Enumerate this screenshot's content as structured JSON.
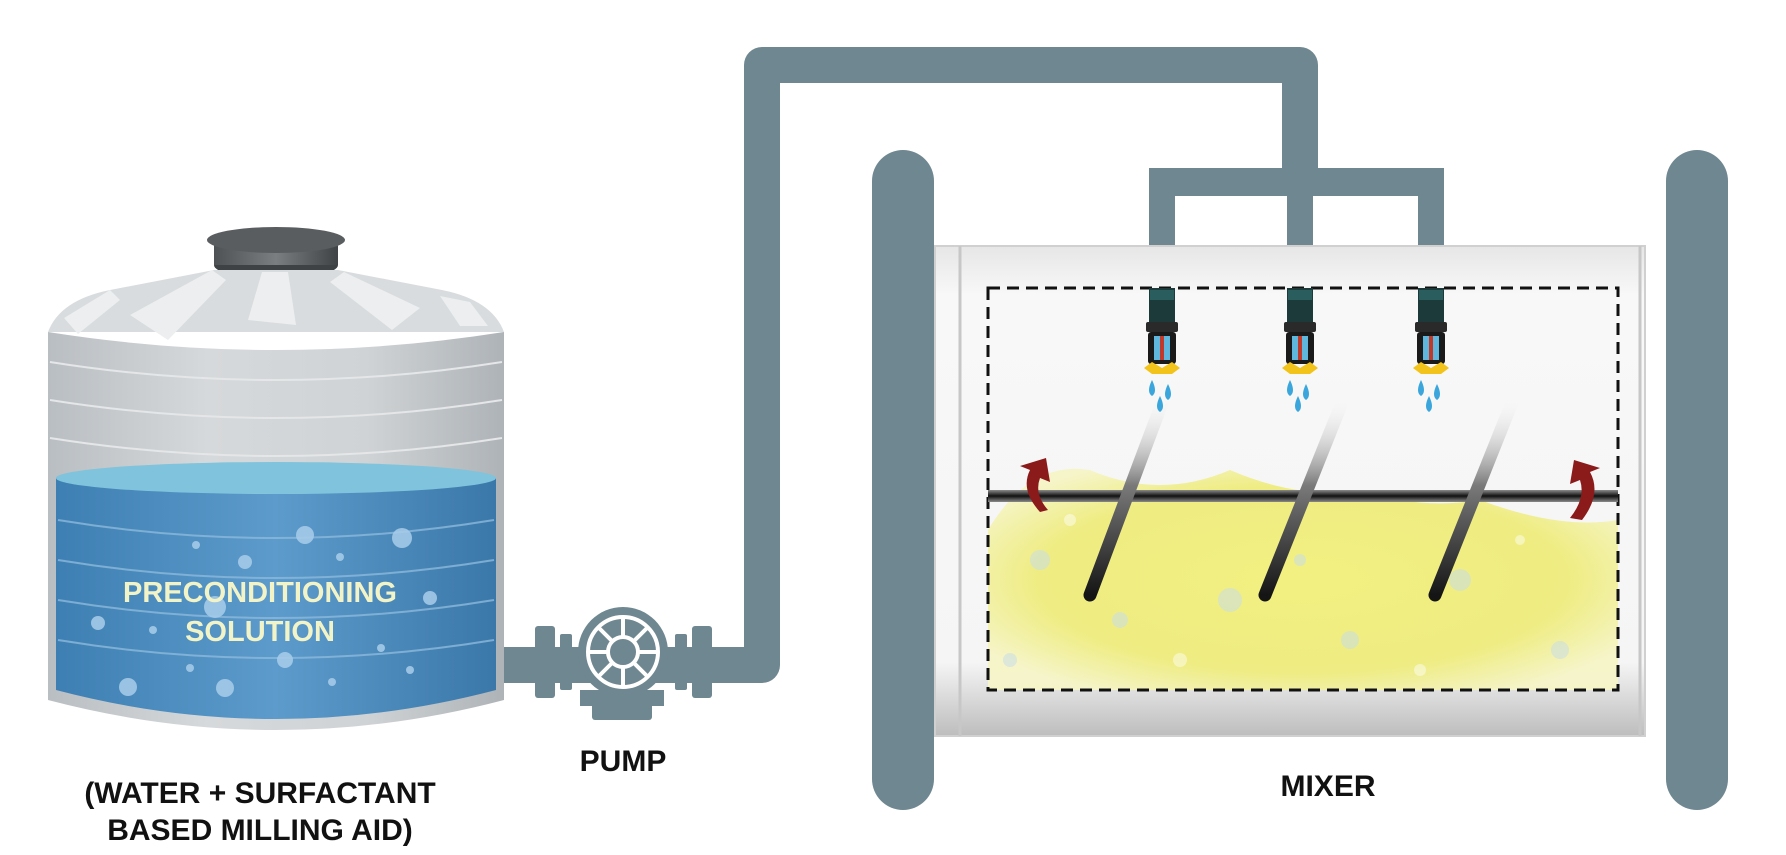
{
  "diagram": {
    "tank": {
      "label_line1": "PRECONDITIONING",
      "label_line2": "SOLUTION",
      "caption_line1": "(WATER + SURFACTANT",
      "caption_line2": "BASED MILLING AID)"
    },
    "pump": {
      "label": "PUMP"
    },
    "mixer": {
      "label": "MIXER",
      "nozzle_count": 3
    },
    "colors": {
      "pipe": "#6f8790",
      "liquid": "#4f8fc0",
      "liquid_top": "#7fc3dc",
      "tank_body": "#c9cdd0",
      "label_text": "#f3f3c8",
      "arrow": "#8b1a1a",
      "material": "#f1ef6a"
    }
  }
}
